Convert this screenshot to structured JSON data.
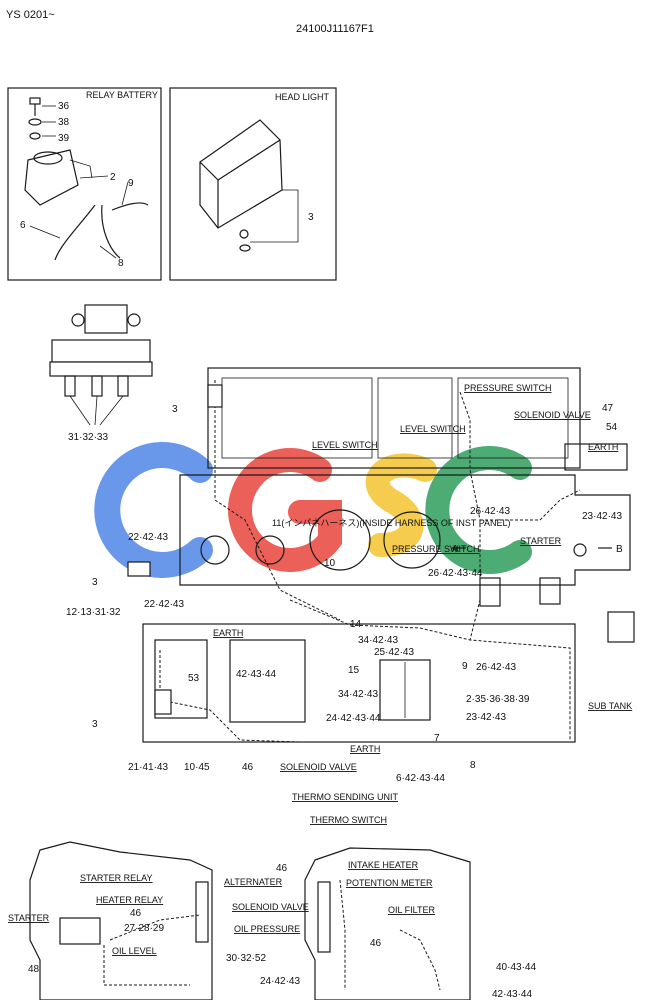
{
  "header": {
    "serial": "YS 0201~",
    "part_number": "24100J11167F1"
  },
  "watermark": {
    "text": "CGSC",
    "colors": [
      "#4f86e6",
      "#e8453c",
      "#f4c430",
      "#2f9e5b"
    ]
  },
  "inset_relay_battery": {
    "title": "RELAY BATTERY",
    "callouts": [
      "36",
      "38",
      "39",
      "2",
      "9",
      "6",
      "8"
    ]
  },
  "inset_head_light": {
    "title": "HEAD LIGHT",
    "callouts": [
      "3"
    ]
  },
  "relay_detail": {
    "callout": "31·32·33"
  },
  "main_harness": {
    "labels": {
      "pressure_switch_top": "PRESSURE SWITCH",
      "level_switch_left": "LEVEL SWITCH",
      "level_switch_right": "LEVEL SWITCH",
      "solenoid_valve_top": "SOLENOID VALVE",
      "earth_right": "EARTH",
      "starter_right": "STARTER",
      "inside_harness": "11(インパネハーネス)(INSIDE HARNESS OF INST PANEL)",
      "pressure_switch_mid": "PRESSURE SWITCH",
      "earth_left": "EARTH",
      "sub_tank": "SUB TANK",
      "earth_bottom": "EARTH",
      "solenoid_valve_bottom": "SOLENOID VALVE",
      "arrow_a": "A",
      "arrow_b": "B"
    },
    "callouts": {
      "c47": "47",
      "c54": "54",
      "c3a": "3",
      "c26_42_43a": "26·42·43",
      "c23_42_43a": "23·42·43",
      "c22_42_43a": "22·42·43",
      "c26_42_43_44": "26·42·43·44",
      "c3b": "3",
      "c10": "10",
      "c12_13_31_32": "12·13·31·32",
      "c22_42_43b": "22·42·43",
      "c14": "14",
      "c34_42_43a": "34·42·43",
      "c25_42_43": "25·42·43",
      "c15": "15",
      "c9": "9",
      "c26_42_43b": "26·42·43",
      "c53": "53",
      "c42_43_44": "42·43·44",
      "c34_42_43b": "34·42·43",
      "c2_35_36_38_39": "2·35·36·38·39",
      "c3c": "3",
      "c24_42_43_44": "24·42·43·44",
      "c23_42_43b": "23·42·43",
      "c7": "7",
      "c8": "8",
      "c21_41_43": "21·41·43",
      "c10_45": "10·45",
      "c46": "46",
      "c6_42_43_44": "6·42·43·44"
    }
  },
  "engine": {
    "labels": {
      "thermo_sending_unit": "THERMO SENDING UNIT",
      "thermo_switch": "THERMO SWITCH",
      "intake_heater": "INTAKE HEATER",
      "potention_meter": "POTENTION METER",
      "oil_filter": "OIL FILTER",
      "starter_relay": "STARTER RELAY",
      "heater_relay": "HEATER RELAY",
      "alternater": "ALTERNATER",
      "solenoid_valve": "SOLENOID VALVE",
      "oil_pressure": "OIL PRESSURE",
      "starter": "STARTER",
      "oil_level": "OIL LEVEL"
    },
    "callouts": {
      "c46a": "46",
      "c46b": "46",
      "c46c": "46",
      "c27_28_29": "27·28·29",
      "c48": "48",
      "c30_32_52": "30·32·52",
      "c24_42_43": "24·42·43",
      "c40_43_44": "40·43·44",
      "c42_43_44": "42·43·44"
    }
  }
}
